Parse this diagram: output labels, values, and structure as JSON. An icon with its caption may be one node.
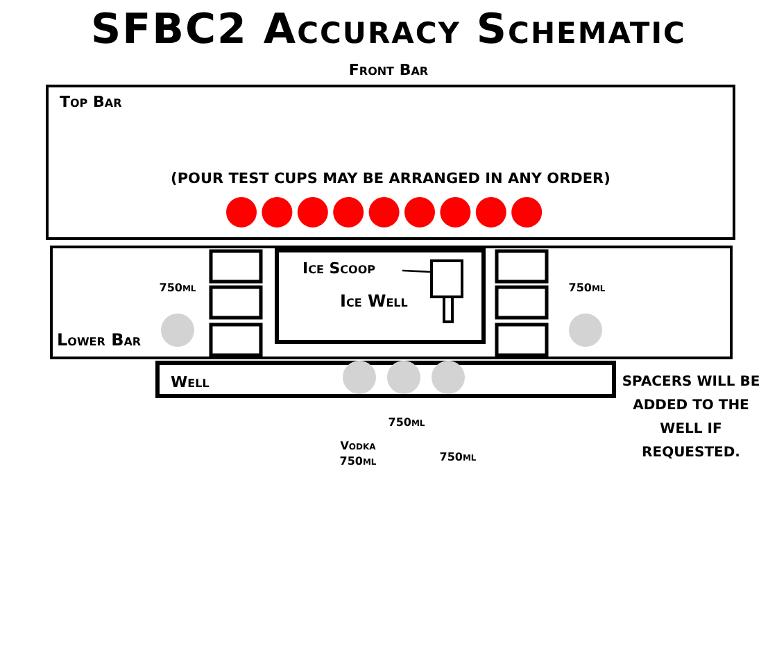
{
  "diagram": {
    "title": "SFBC2 Accuracy Schematic",
    "nodes": [
      {
        "text": [
          "Top Bar",
          "(POUR TEST CUPS MAY BE ARRANGED IN ANY ORDER)"
        ]
      },
      {
        "text": [
          "Lower Bar"
        ]
      },
      {
        "text": [
          "Ice Well"
        ],
        "in": 1
      },
      {
        "text": [
          "Ice Scoop"
        ],
        "in": 2
      },
      {
        "text": [],
        "shape": "box",
        "in": 2
      },
      {
        "text": [
          "Well"
        ]
      }
    ],
    "edges": [
      {
        "from": 3,
        "to": 4,
        "arrow": "none"
      }
    ],
    "labels": [
      "Front Bar",
      "750ml",
      "750ml",
      "750ml",
      "Vodka 750ml",
      "750ml",
      "SPACERS WILL BE ADDED TO THE WELL IF REQUESTED."
    ]
  }
}
